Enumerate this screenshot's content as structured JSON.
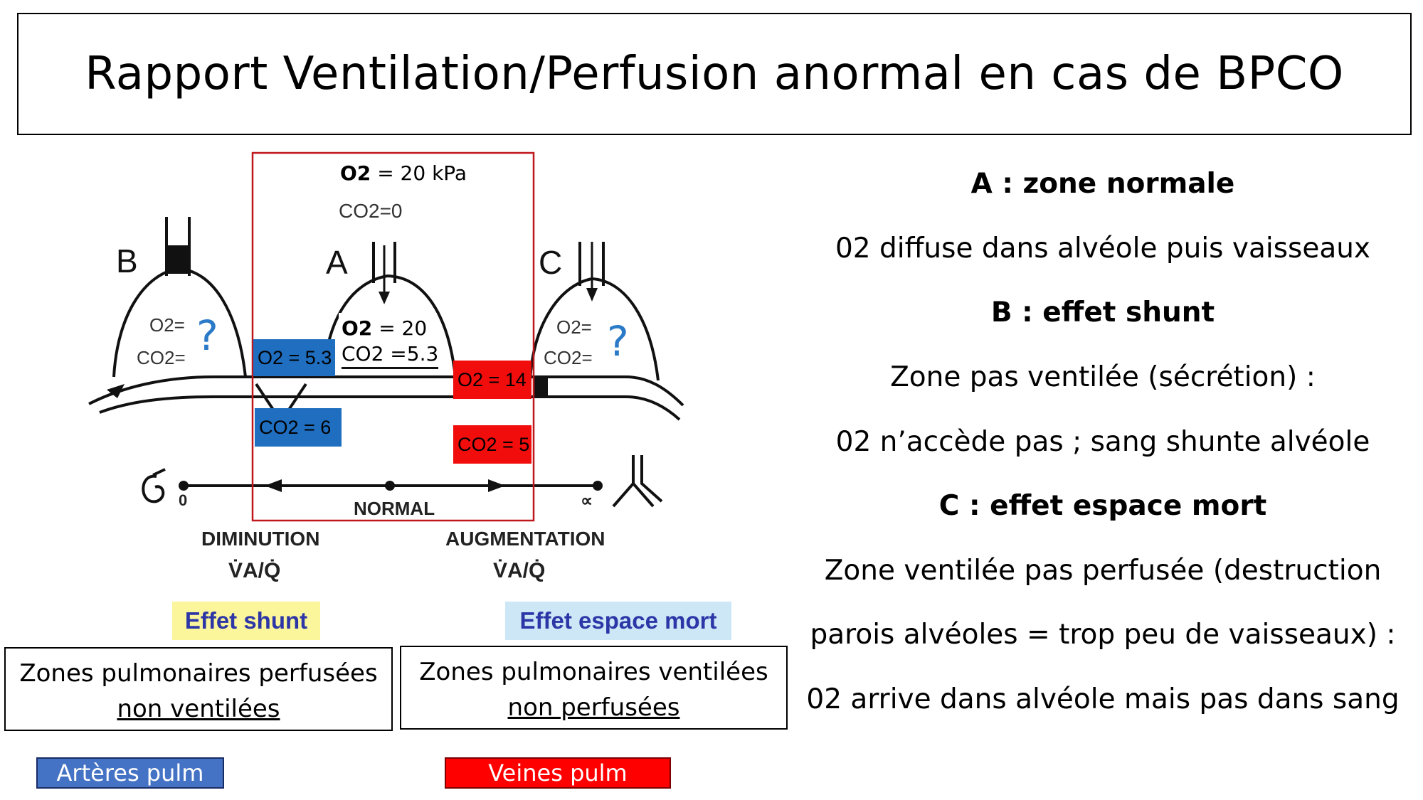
{
  "title": "Rapport Ventilation/Perfusion anormal en cas de BPCO",
  "diagram": {
    "letters": {
      "b": "B",
      "a": "A",
      "c": "C"
    },
    "question_mark": "?",
    "inspired": {
      "o2_label": "O2",
      "o2_value": " = 20 kPa",
      "co2": "CO2=0"
    },
    "alveolus_a": {
      "o2_label": "O2",
      "o2_value": " = 20",
      "co2": "CO2 =5.3"
    },
    "alveolus_b": {
      "o2": "O2=",
      "co2": "CO2="
    },
    "alveolus_c": {
      "o2": "O2=",
      "co2": "CO2="
    },
    "arterial_o2": "O2 = 5.3",
    "arterial_co2": "CO2 = 6",
    "venous_o2": "O2 = 14",
    "venous_co2": "CO2 = 5",
    "axis": {
      "zero": "0",
      "infinity": "∝",
      "normal": "NORMAL",
      "decrease": "DIMINUTION",
      "increase": "AUGMENTATION",
      "ratio": "V̇A/Q̇"
    },
    "shunt_effect": "Effet shunt",
    "dead_space_effect": "Effet espace mort",
    "zone_perfused": {
      "line1": "Zones pulmonaires perfusées",
      "line2": "non ventilées"
    },
    "zone_ventilated": {
      "line1": "Zones pulmonaires ventilées",
      "line2": "non perfusées"
    },
    "legend_arteries": "Artères pulm",
    "legend_veins": "Veines pulm",
    "colors": {
      "artery": "#1f6ebf",
      "vein": "#f20d0d",
      "frame": "#c0171c"
    }
  },
  "explanation": [
    {
      "text": "A : zone normale",
      "bold": true
    },
    {
      "text": "02 diffuse dans alvéole puis vaisseaux",
      "bold": false
    },
    {
      "text": "B : effet shunt",
      "bold": true
    },
    {
      "text": "Zone pas ventilée (sécrétion) :",
      "bold": false
    },
    {
      "text": "02 n’accède pas ; sang shunte alvéole",
      "bold": false
    },
    {
      "text": "C : effet espace mort",
      "bold": true
    },
    {
      "text": "Zone ventilée pas perfusée (destruction",
      "bold": false
    },
    {
      "text": "parois alvéoles = trop peu de vaisseaux) :",
      "bold": false
    },
    {
      "text": "02 arrive dans alvéole mais pas dans sang",
      "bold": false
    }
  ]
}
